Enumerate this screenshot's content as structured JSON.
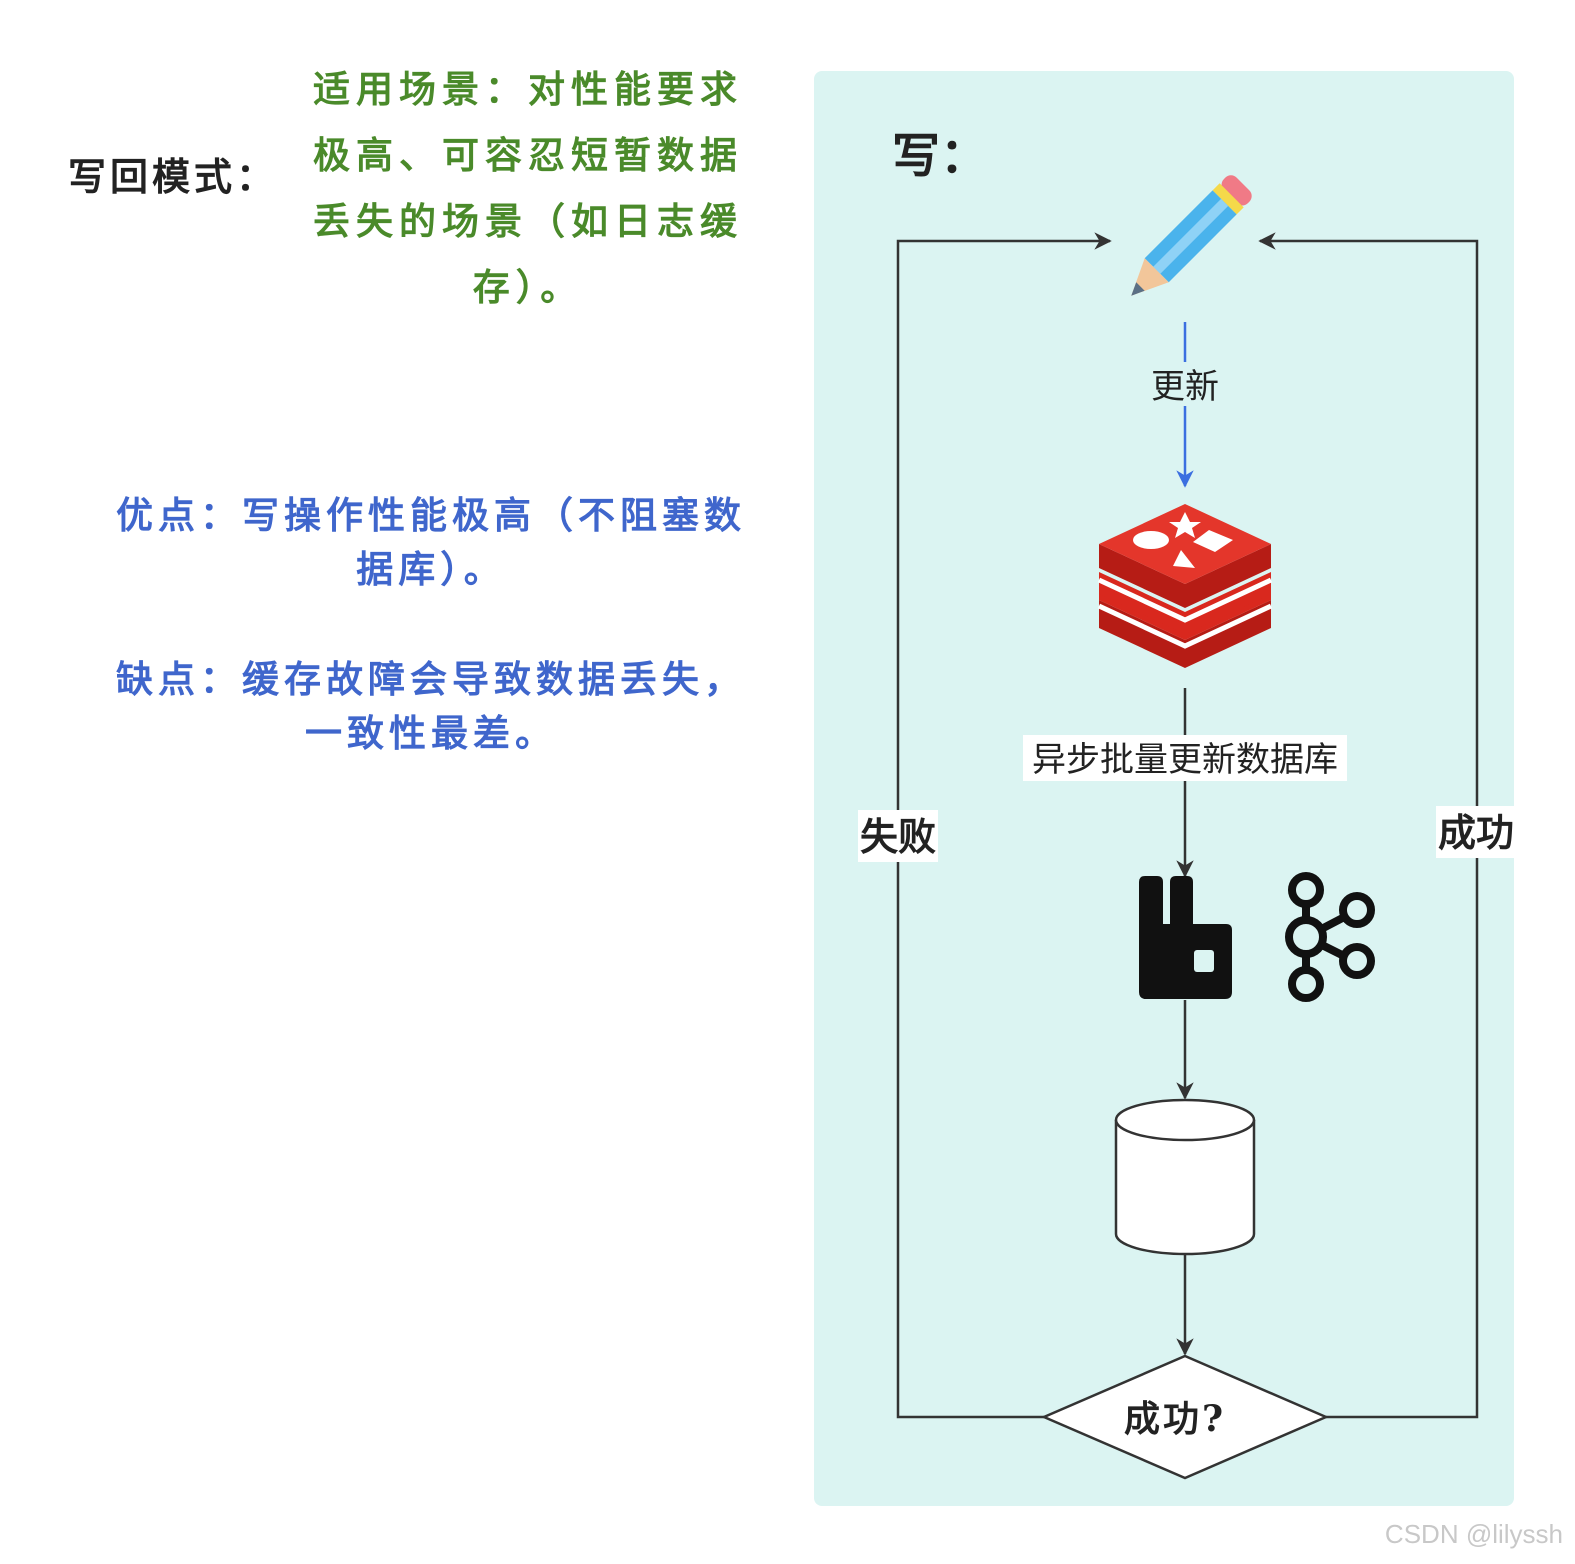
{
  "left": {
    "mode_title": "写回模式：",
    "scenario_lines": [
      "适用场景：对性能要求",
      "极高、可容忍短暂数据",
      "丢失的场景（如日志缓",
      "存）。"
    ],
    "pros_lines": [
      "优点：写操作性能极高（不阻塞数",
      "据库）。"
    ],
    "cons_lines": [
      "缺点：缓存故障会导致数据丢失，",
      "一致性最差。"
    ]
  },
  "diagram": {
    "panel_title": "写：",
    "update_label": "更新",
    "async_label": "异步批量更新数据库",
    "fail_label": "失败",
    "success_label": "成功",
    "decision_label": "成功?",
    "colors": {
      "panel": "#dbf4f2",
      "update_arrow": "#3b6fe0",
      "redis": "#d9281e",
      "scenario_text": "#4a8a2a",
      "pros_cons_text": "#3f66cc"
    },
    "icons": [
      "pencil-icon",
      "redis-icon",
      "rabbitmq-icon",
      "kafka-icon",
      "database-icon"
    ]
  },
  "watermark": "CSDN @lilyssh"
}
